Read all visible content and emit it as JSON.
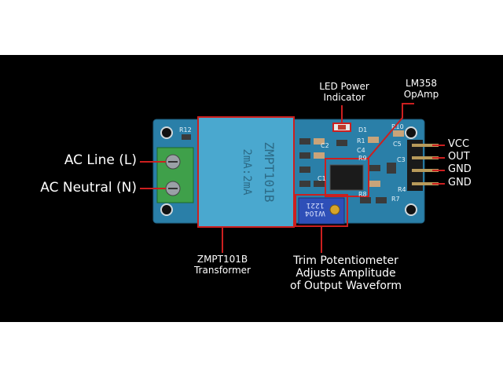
{
  "labels": {
    "ac_line": "AC Line (L)",
    "ac_neutral": "AC Neutral (N)",
    "led_power": [
      "LED Power",
      "Indicator"
    ],
    "opamp": [
      "LM358",
      "OpAmp"
    ],
    "transformer": [
      "ZMPT101B",
      "Transformer"
    ],
    "trimpot": [
      "Trim Potentiometer",
      "Adjusts Amplitude",
      "of Output Waveform"
    ],
    "pins": [
      "VCC",
      "OUT",
      "GND",
      "GND"
    ]
  },
  "board": {
    "transformer_marking": [
      "ZMPT101B",
      "2mA:2mA"
    ],
    "silkscreen": [
      "R12",
      "D1",
      "R10",
      "C5",
      "C2",
      "R1",
      "C4",
      "R9",
      "C3",
      "R8",
      "C1",
      "R7",
      "R4"
    ],
    "pot_marking": [
      "W104",
      "1221"
    ]
  },
  "colors": {
    "background": "#000000",
    "pcb": "#2a7fa8",
    "transformer": "#4aa8cf",
    "highlight": "#cc1f1f",
    "terminal": "#3fa04a",
    "pot": "#2e4fb8"
  }
}
